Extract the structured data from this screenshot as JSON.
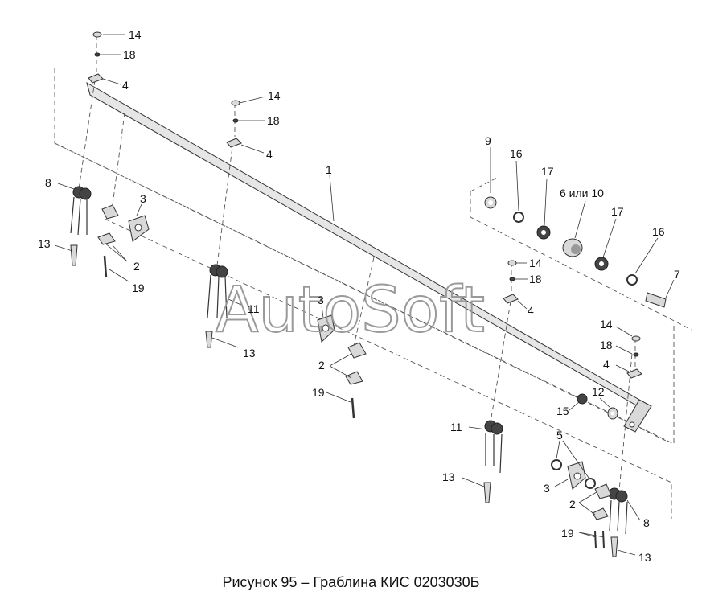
{
  "figure": {
    "caption": "Рисунок 95 – Граблина КИС 0203030Б",
    "watermark": "AutoSoft",
    "callouts": {
      "c1": "1",
      "c2a": "2",
      "c2b": "2",
      "c2c": "2",
      "c3a": "3",
      "c3b": "3",
      "c3c": "3",
      "c4a": "4",
      "c4b": "4",
      "c4c": "4",
      "c4d": "4",
      "c5": "5",
      "c6_10": "6 или 10",
      "c7": "7",
      "c8a": "8",
      "c8b": "8",
      "c9": "9",
      "c11a": "11",
      "c11b": "11",
      "c12": "12",
      "c13a": "13",
      "c13b": "13",
      "c13c": "13",
      "c13d": "13",
      "c14a": "14",
      "c14b": "14",
      "c14c": "14",
      "c14d": "14",
      "c15": "15",
      "c16a": "16",
      "c16b": "16",
      "c17a": "17",
      "c17b": "17",
      "c18a": "18",
      "c18b": "18",
      "c18c": "18",
      "c18d": "18",
      "c19a": "19",
      "c19b": "19",
      "c19c": "19"
    }
  }
}
